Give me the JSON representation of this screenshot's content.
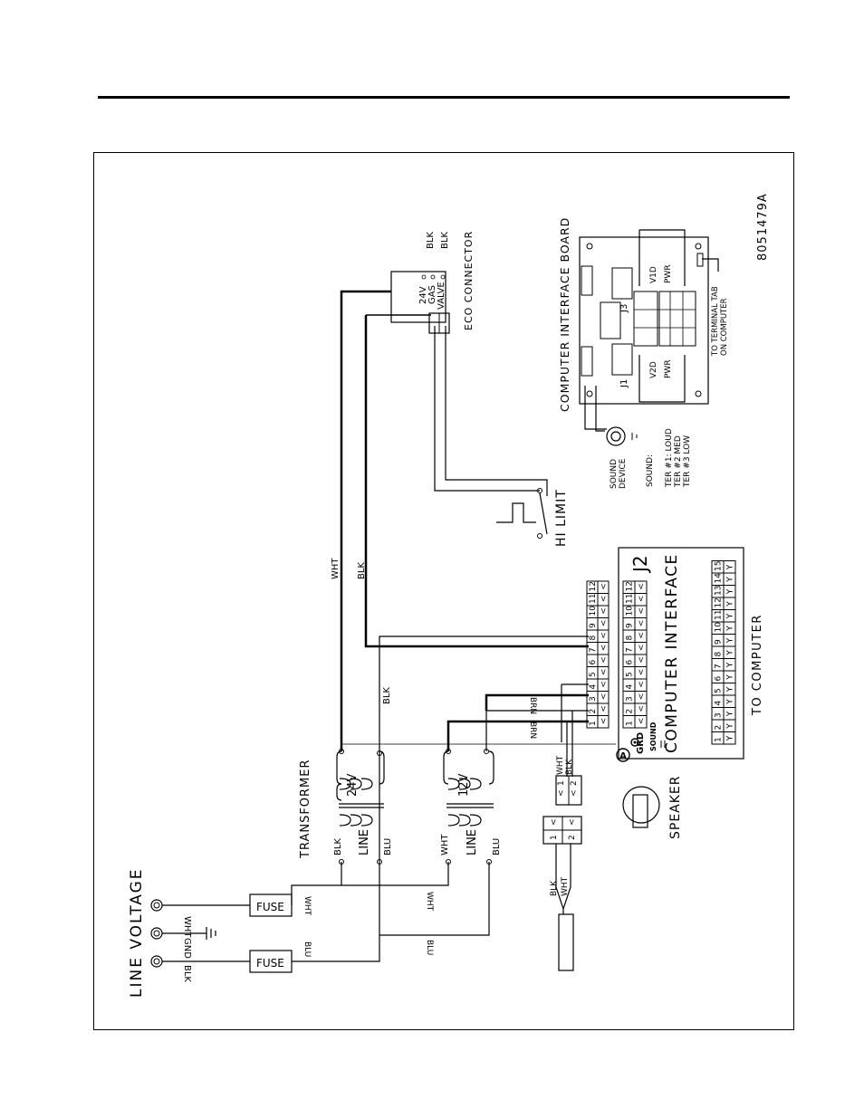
{
  "diagram": {
    "doc_number": "8051479A",
    "line_voltage": "LINE VOLTAGE",
    "transformer": "TRANSFORMER",
    "fuse": "FUSE",
    "line": "LINE",
    "v24": "24V",
    "v12": "12V",
    "wire_blk": "BLK",
    "wire_wht": "WHT",
    "wire_blu": "BLU",
    "wire_brn": "BRN",
    "gnd": "GND",
    "eco_connector": "ECO CONNECTOR",
    "gas_24v": "24V",
    "gas": "GAS",
    "valve": "VALVE",
    "hi_limit": "HI LIMIT",
    "board_title": "COMPUTER INTERFACE BOARD",
    "j1": "J1",
    "j3": "J3",
    "v1d": "V1D",
    "v2d": "V2D",
    "pwr": "PWR",
    "terminal_tab_1": "TO TERMINAL TAB",
    "terminal_tab_2": "ON COMPUTER",
    "sound_device_1": "SOUND",
    "sound_device_2": "DEVICE",
    "sound_label": "SOUND:",
    "ter1": "TER #1: LOUD",
    "ter2": "TER #2  MED",
    "ter3": "TER #3  LOW",
    "j2": "J2",
    "computer_interface": "COMPUTER INTERFACE",
    "to_computer": "TO COMPUTER",
    "speaker": "SPEAKER",
    "grd": "GRD",
    "sound_tag": "SOUND",
    "a_tag": "A",
    "plug_pin1": "1",
    "plug_pin2": "2",
    "pins_12": [
      "1",
      "2",
      "3",
      "4",
      "5",
      "6",
      "7",
      "8",
      "9",
      "10",
      "11",
      "12"
    ],
    "pins_15": [
      "1",
      "2",
      "3",
      "4",
      "5",
      "6",
      "7",
      "8",
      "9",
      "10",
      "11",
      "12",
      "13",
      "14",
      "15"
    ]
  }
}
